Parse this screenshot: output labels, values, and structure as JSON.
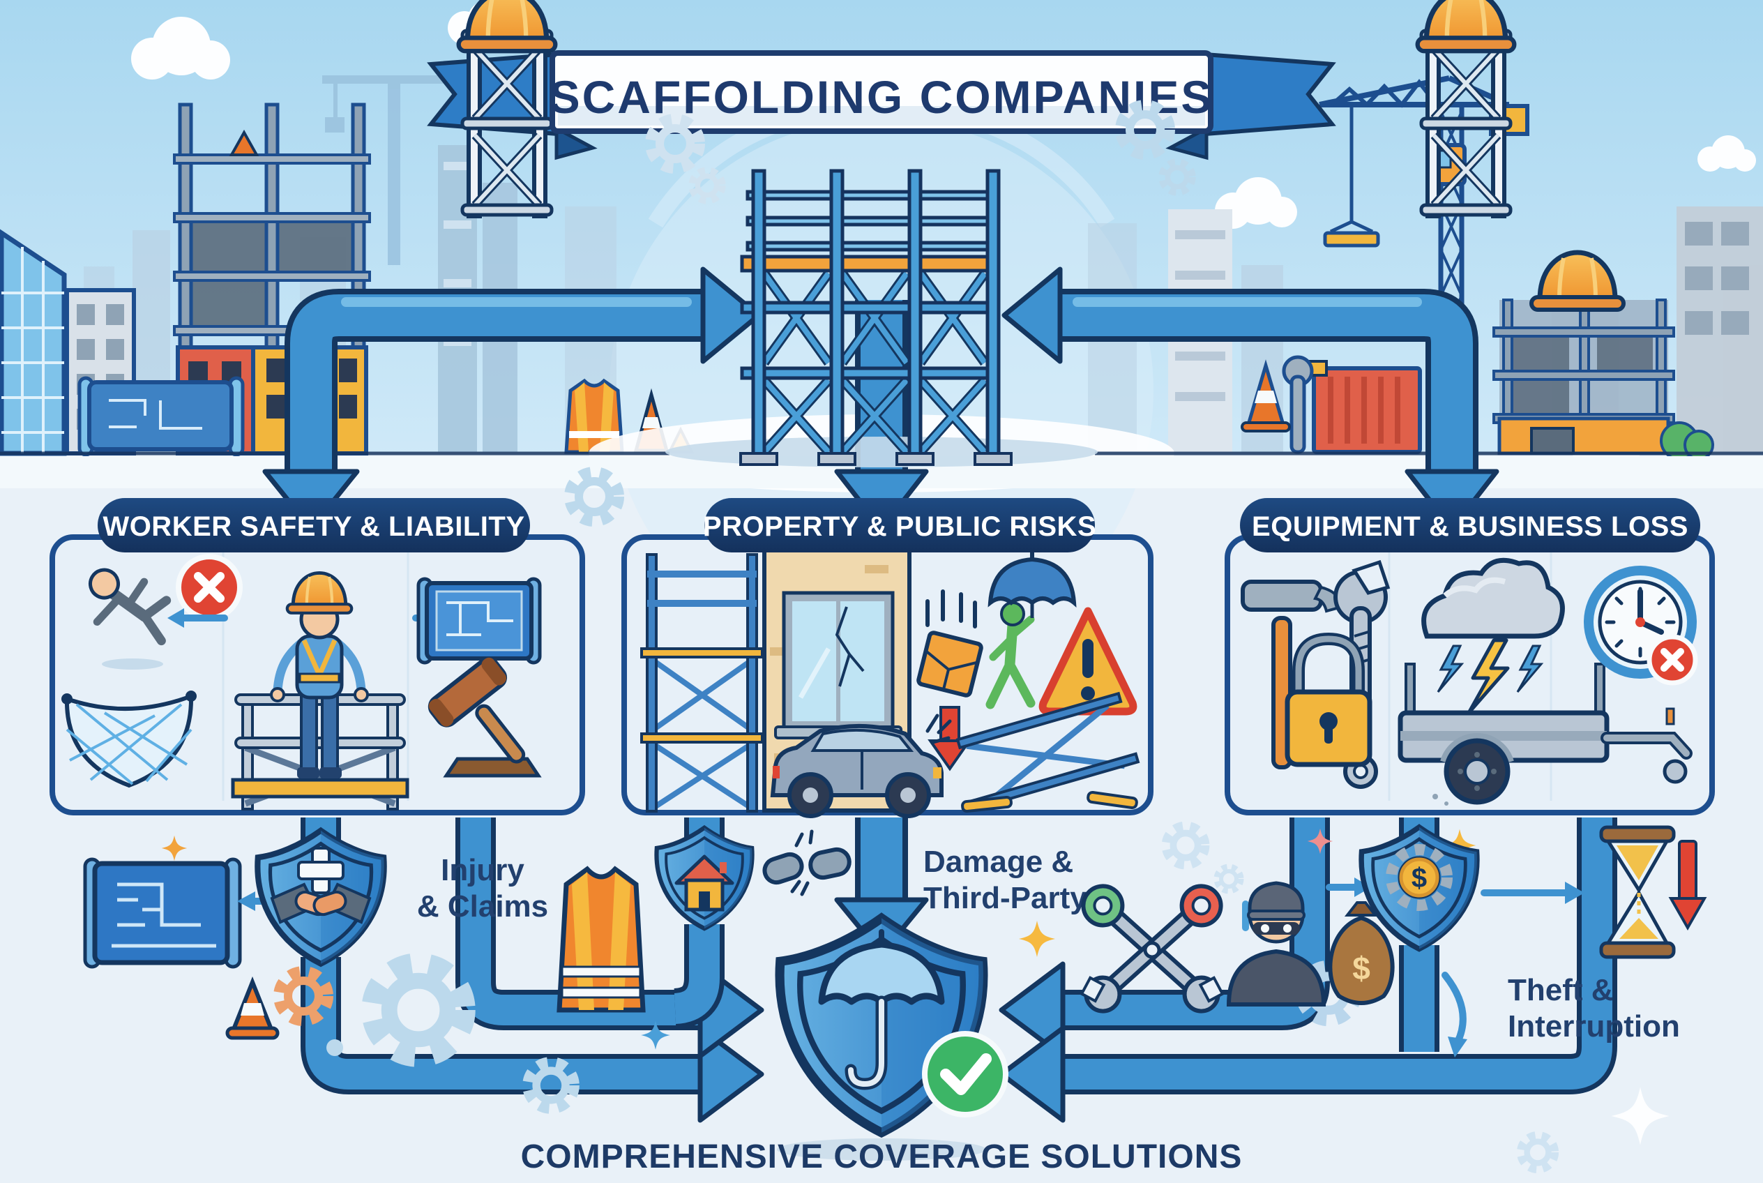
{
  "banner": {
    "title": "SCAFFOLDING COMPANIES"
  },
  "boxes": [
    {
      "id": "worker-safety",
      "label": "WORKER SAFETY & LIABILITY",
      "icons": [
        "falling-worker-icon",
        "prohibited-x-icon",
        "harnessed-worker-icon",
        "blueprint-icon",
        "safety-net-icon",
        "gavel-icon"
      ]
    },
    {
      "id": "property-public",
      "label": "PROPERTY & PUBLIC RISKS",
      "icons": [
        "scaffold-tower-icon",
        "cracked-window-icon",
        "falling-object-icon",
        "pedestrian-umbrella-icon",
        "warning-triangle-icon",
        "damaged-car-icon",
        "collapsed-scaffold-icon"
      ]
    },
    {
      "id": "equipment-loss",
      "label": "EQUIPMENT & BUSINESS LOSS",
      "icons": [
        "hammer-icon",
        "wrench-icon",
        "padlock-icon",
        "storm-cloud-icon",
        "equipment-trailer-icon",
        "downtime-clock-icon"
      ]
    }
  ],
  "flow_labels": {
    "injury_claims": {
      "line1": "Injury",
      "line2": "& Claims"
    },
    "damage_third_party": {
      "line1": "Damage &",
      "line2": "Third-Party"
    },
    "theft_interruption": {
      "line1": "Theft &",
      "line2": "Interruption"
    }
  },
  "coverage": {
    "left_icons": [
      "blueprint-icon",
      "medical-handshake-shield-icon",
      "safety-vest-icon",
      "traffic-cone-icon"
    ],
    "center_icons": [
      "house-shield-icon",
      "broken-link-icon",
      "umbrella-shield-icon",
      "check-badge-icon"
    ],
    "right_icons": [
      "crossed-wrenches-icon",
      "thief-money-bag-icon",
      "dollar-gear-shield-icon",
      "hourglass-icon",
      "loss-arrow-icon"
    ]
  },
  "footer": {
    "caption": "COMPREHENSIVE COVERAGE SOLUTIONS"
  },
  "symbols": {
    "dollar": "$"
  },
  "colors": {
    "navy": "#14365f",
    "accent_blue": "#3e92d0",
    "light_blue": "#7fc3ea",
    "sky": "#aad8f0",
    "panel": "#e7f0f8",
    "orange": "#f2a33c",
    "red": "#dd4437",
    "green": "#3cb566",
    "yellow": "#f2b63d"
  }
}
